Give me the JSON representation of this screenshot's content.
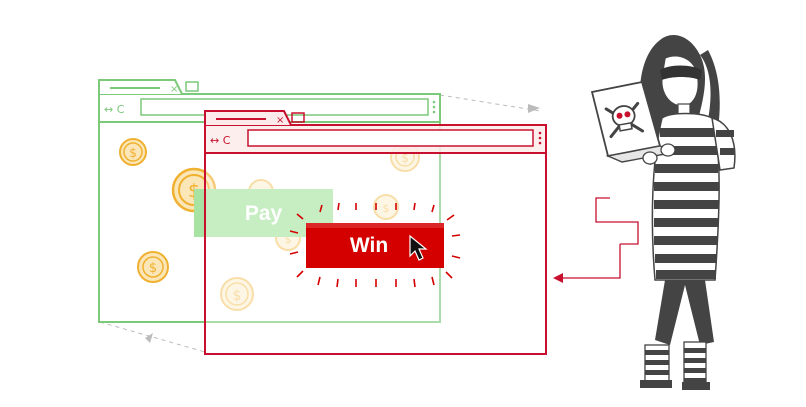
{
  "overlay": {
    "pay_label": "Pay",
    "win_label": "Win"
  },
  "browser_nav": {
    "controls_glyph": "↔ C",
    "close_glyph": "×"
  },
  "icons": {
    "coin": "dollar-coin-icon",
    "skull": "skull-crossbones-icon",
    "cursor": "mouse-pointer-icon"
  },
  "colors": {
    "legit_window": "#7cc97a",
    "attacker_window": "#c8102e",
    "win_button": "#d40000",
    "pay_button": "#a9e3a4",
    "coin": "#f0b030",
    "character": "#444444"
  }
}
